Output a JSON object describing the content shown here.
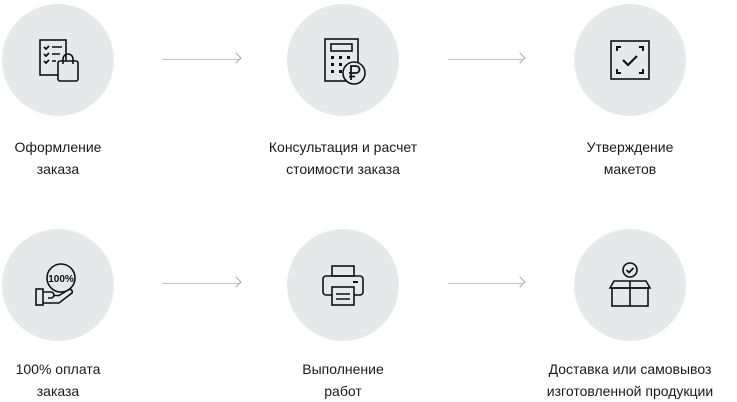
{
  "steps": [
    {
      "line1": "Оформление",
      "line2": "заказа",
      "icon": "checklist-bag-icon"
    },
    {
      "line1": "Консультация и расчет",
      "line2": "стоимости заказа",
      "icon": "calculator-ruble-icon"
    },
    {
      "line1": "Утверждение",
      "line2": "макетов",
      "icon": "approve-frame-icon"
    },
    {
      "line1": "100% оплата",
      "line2": "заказа",
      "icon": "hand-100-percent-icon",
      "icon_text": "100%"
    },
    {
      "line1": "Выполнение",
      "line2": "работ",
      "icon": "printer-icon"
    },
    {
      "line1": "Доставка или самовывоз",
      "line2": "изготовленной продукции",
      "icon": "box-check-icon"
    }
  ],
  "colors": {
    "circle_bg": "#e6e9ea",
    "icon_stroke": "#111111",
    "arrow": "#c4c4c4",
    "text": "#1a1a1a"
  }
}
